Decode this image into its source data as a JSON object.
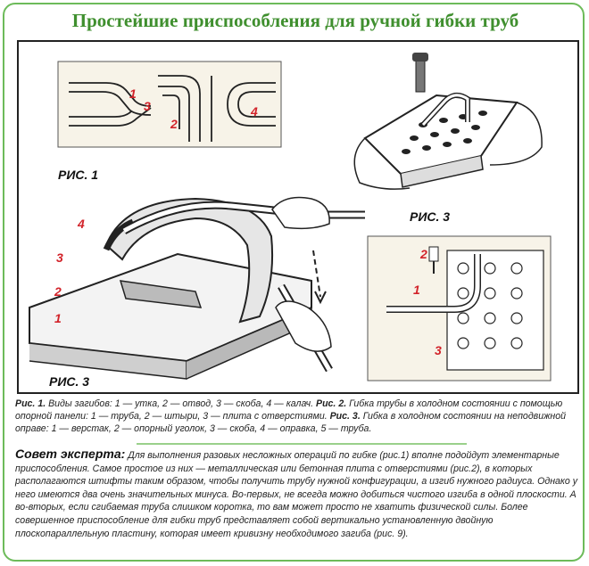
{
  "title": "Простейшие приспособления для ручной гибки труб",
  "figures": {
    "fig1_label": "РИС. 1",
    "fig3_label_top": "РИС. 3",
    "fig3_label_bottom": "РИС. 3",
    "callouts": {
      "f1_1": "1",
      "f1_3": "3",
      "f1_2": "2",
      "f1_4": "4",
      "f3_4": "4",
      "f3_3": "3",
      "f3_2": "2",
      "f3_1": "1",
      "f2_2": "2",
      "f2_1": "1",
      "f2_3": "3"
    }
  },
  "caption": {
    "ris1": "Рис. 1.",
    "ris1_text": " Виды загибов: 1 — утка, 2 — отвод, 3 — скоба, 4 — калач. ",
    "ris2": "Рис. 2.",
    "ris2_text": " Гибка трубы в холодном состоянии с помощью опорной панели: 1 — труба, 2 — штыри, 3 — плита с отверстиями. ",
    "ris3": "Рис. 3.",
    "ris3_text": " Гибка в холодном состоянии на неподвижной оправе: 1 — верстак, 2 — опорный уголок, 3 — скоба, 4 — оправка, 5 — труба."
  },
  "advice": {
    "heading": "Совет эксперта:",
    "text": " Для выполнения разовых несложных операций по гибке (рис.1) вполне подойдут элементарные приспособления. Самое простое из них — металлическая или бетонная плита с отверстиями (рис.2), в которых располагаются штифты таким образом, чтобы получить трубу нужной конфигурации, а изгиб нужного радиуса. Однако у него имеются два очень значительных минуса. Во-первых, не всегда можно добиться чистого изгиба в одной плоскости. А во-вторых, если сгибаемая труба слишком коротка, то вам может просто не хватить физической силы. Более совершенное приспособление для гибки труб представляет собой вертикально установленную двойную плоскопараллельную пластину, которая имеет кривизну необходимого загиба (рис. 9)."
  }
}
